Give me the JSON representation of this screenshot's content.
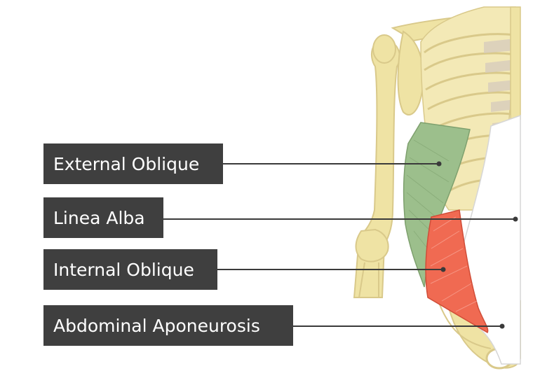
{
  "labels": {
    "external_oblique": "External Oblique",
    "linea_alba": "Linea Alba",
    "internal_oblique": "Internal Oblique",
    "abdominal_aponeurosis": "Abdominal Aponeurosis"
  },
  "colors": {
    "label_bg": "#3f3f3f",
    "label_text": "#ffffff",
    "bone": "#efe3a4",
    "bone_shadow": "#d9c98a",
    "cartilage": "#d8cdbd",
    "external_oblique": "#9cbf8c",
    "internal_oblique": "#f06a52",
    "leader_line": "#3a3a3a"
  }
}
